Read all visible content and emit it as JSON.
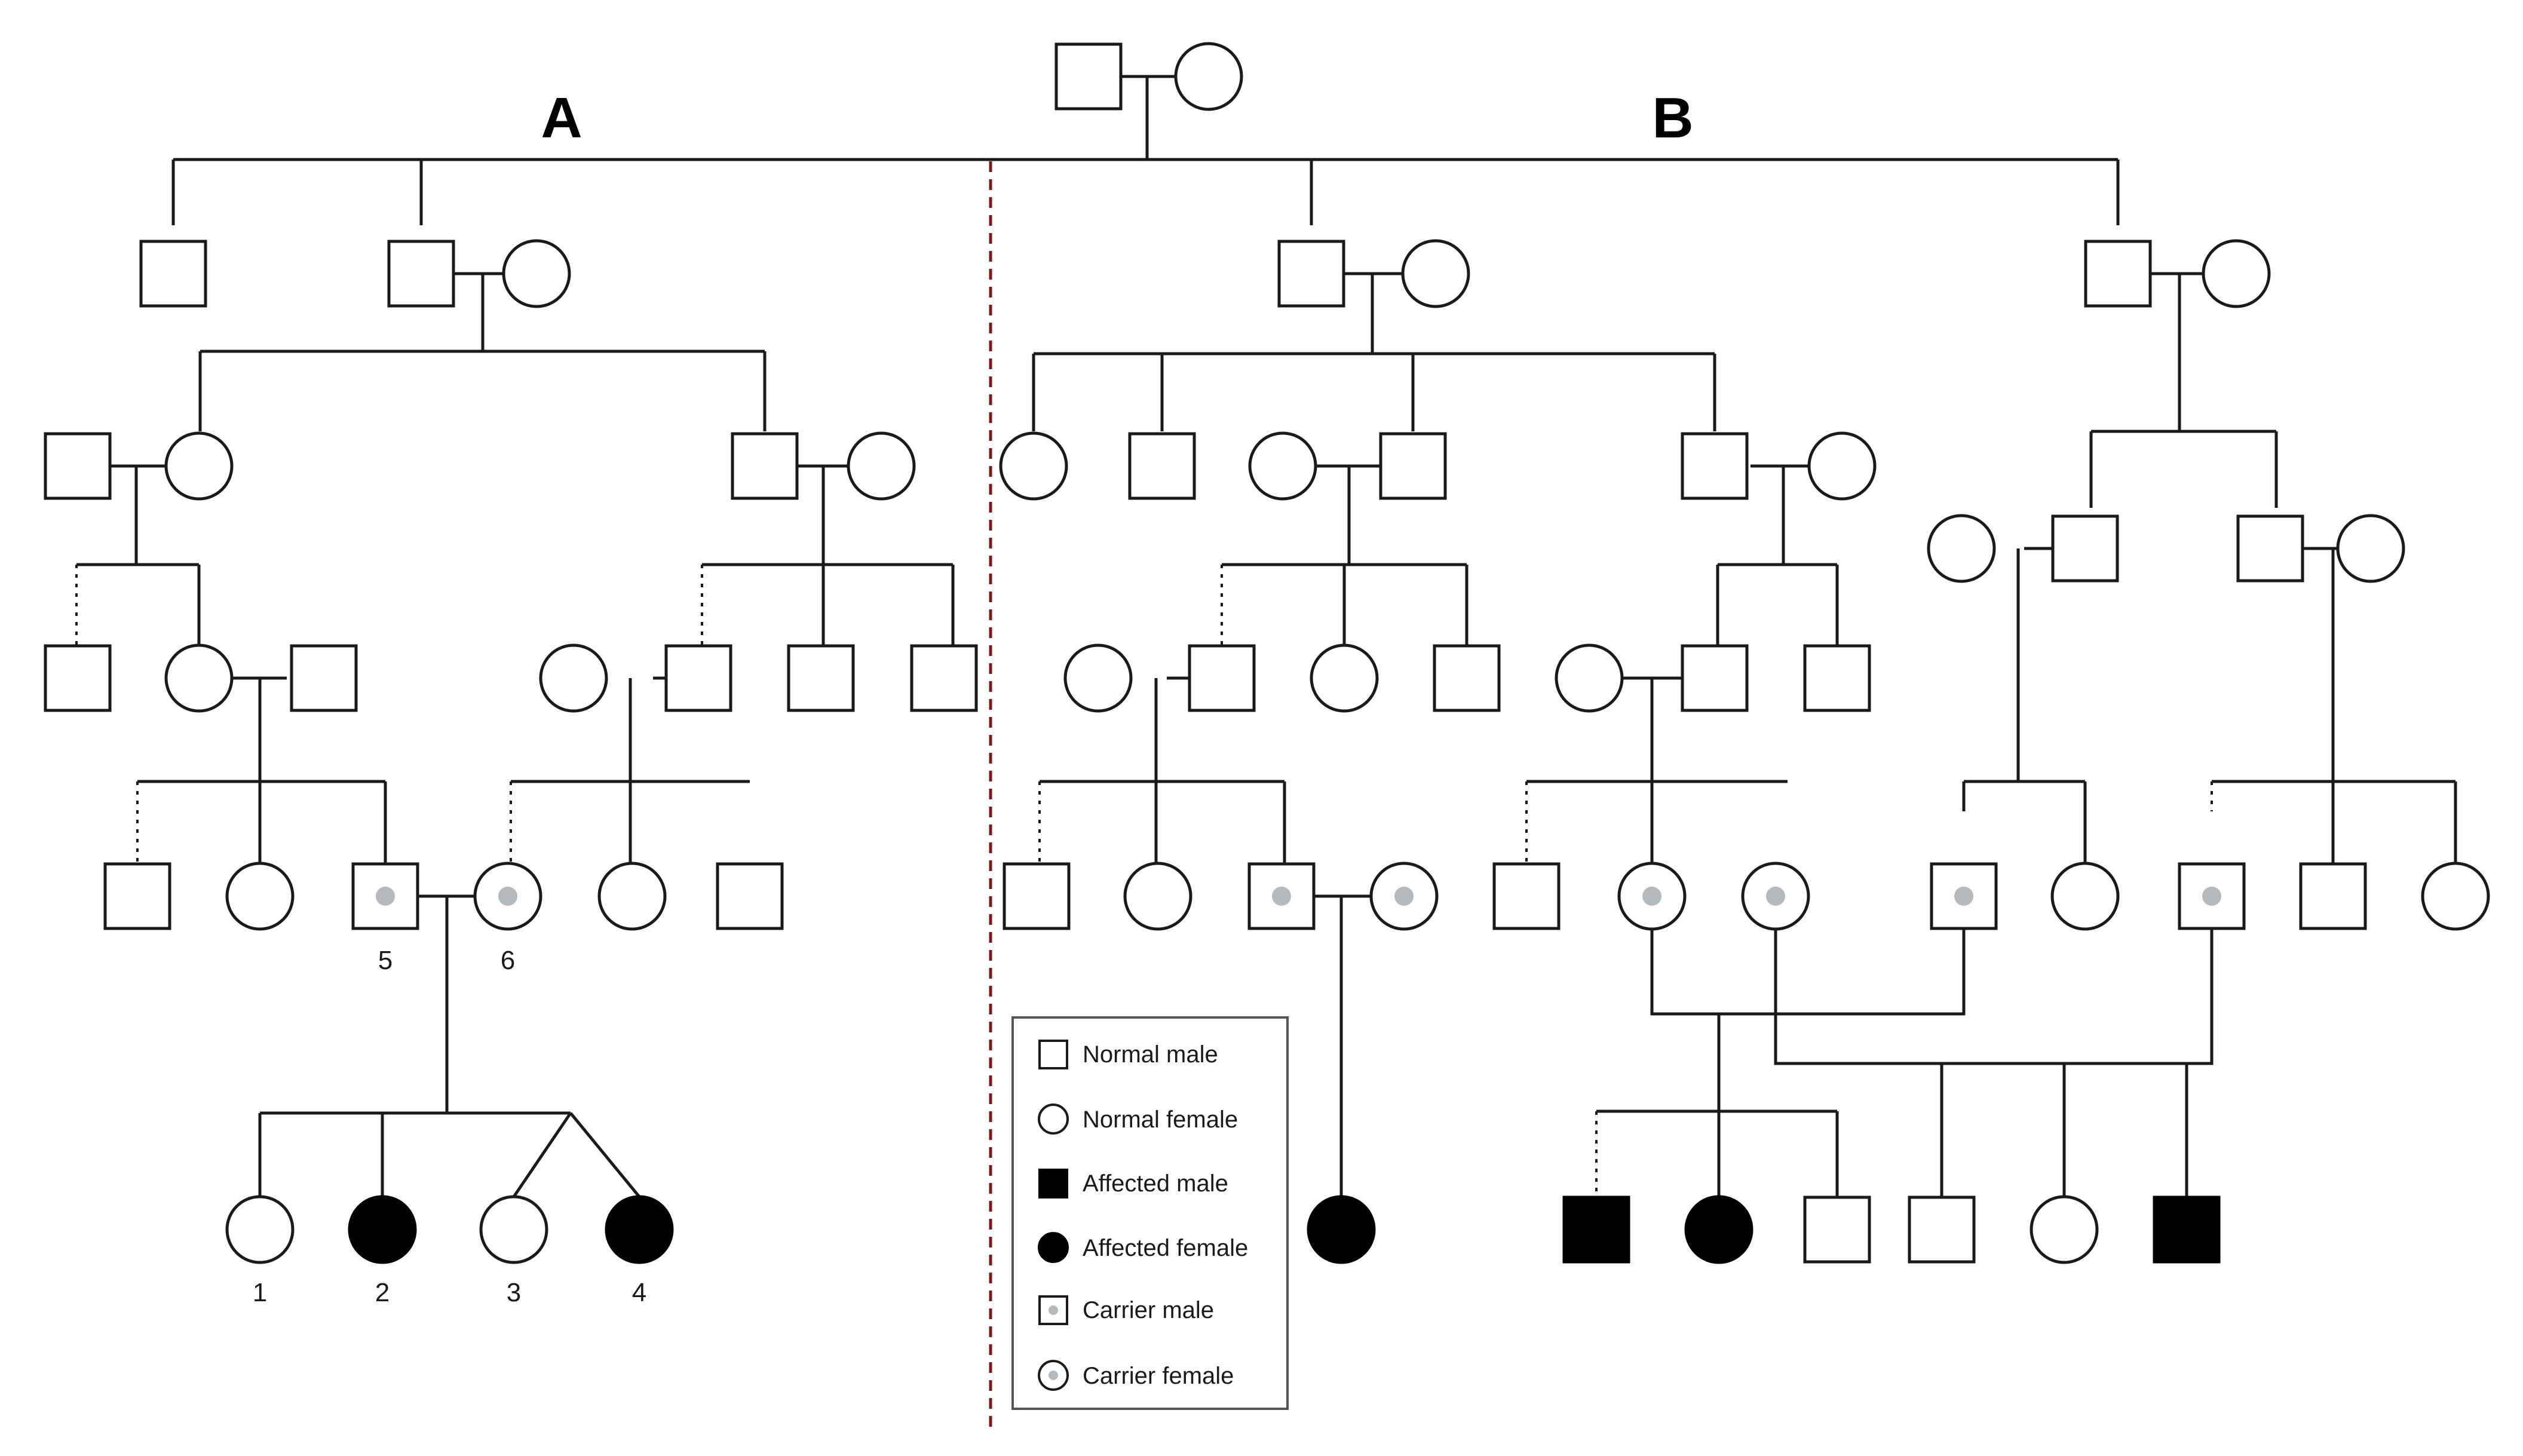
{
  "sections": {
    "a": "A",
    "b": "B"
  },
  "numbers": {
    "n1": "1",
    "n2": "2",
    "n3": "3",
    "n4": "4",
    "n5": "5",
    "n6": "6"
  },
  "legend": {
    "normal_male": "Normal male",
    "normal_female": "Normal female",
    "affected_male": "Affected male",
    "affected_female": "Affected female",
    "carrier_male": "Carrier male",
    "carrier_female": "Carrier female"
  },
  "colors": {
    "line": "#1a1a1a",
    "affected": "#000000",
    "carrier_dot": "#b5b9bd",
    "divider": "#7a1a1a"
  }
}
